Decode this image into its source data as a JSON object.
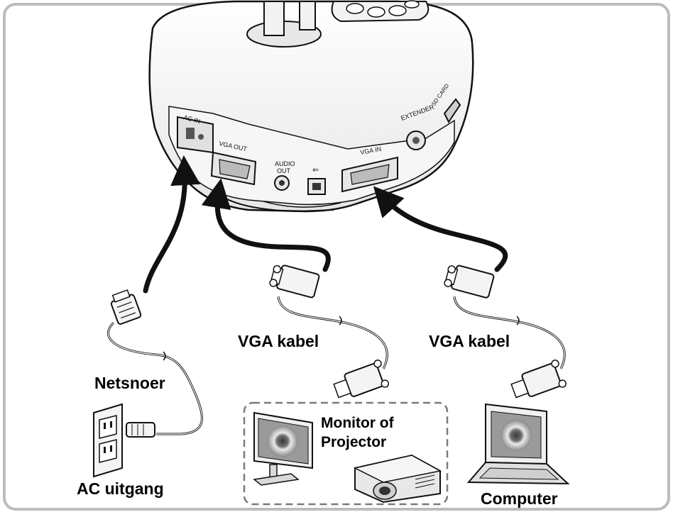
{
  "device": {
    "ports": {
      "ac_in": "AC IN",
      "vga_out": "VGA OUT",
      "audio_out_line1": "AUDIO",
      "audio_out_line2": "OUT",
      "usb_symbol": "⇐",
      "vga_in": "VGA IN",
      "extender": "EXTENDER",
      "sd_card": "SD CARD"
    }
  },
  "labels": {
    "power_cord": "Netsnoer",
    "outlet": "AC uitgang",
    "vga_cable_1": "VGA kabel",
    "vga_cable_2": "VGA kabel",
    "monitor_line1": "Monitor of",
    "monitor_line2": "Projector",
    "computer": "Computer"
  },
  "colors": {
    "frame": "#bdbdbd",
    "line": "#111111",
    "fill_light": "#f4f4f4",
    "fill_mid": "#d9d9d9",
    "fill_dark": "#9a9a9a",
    "dashed_box": "#7a7a7a"
  }
}
